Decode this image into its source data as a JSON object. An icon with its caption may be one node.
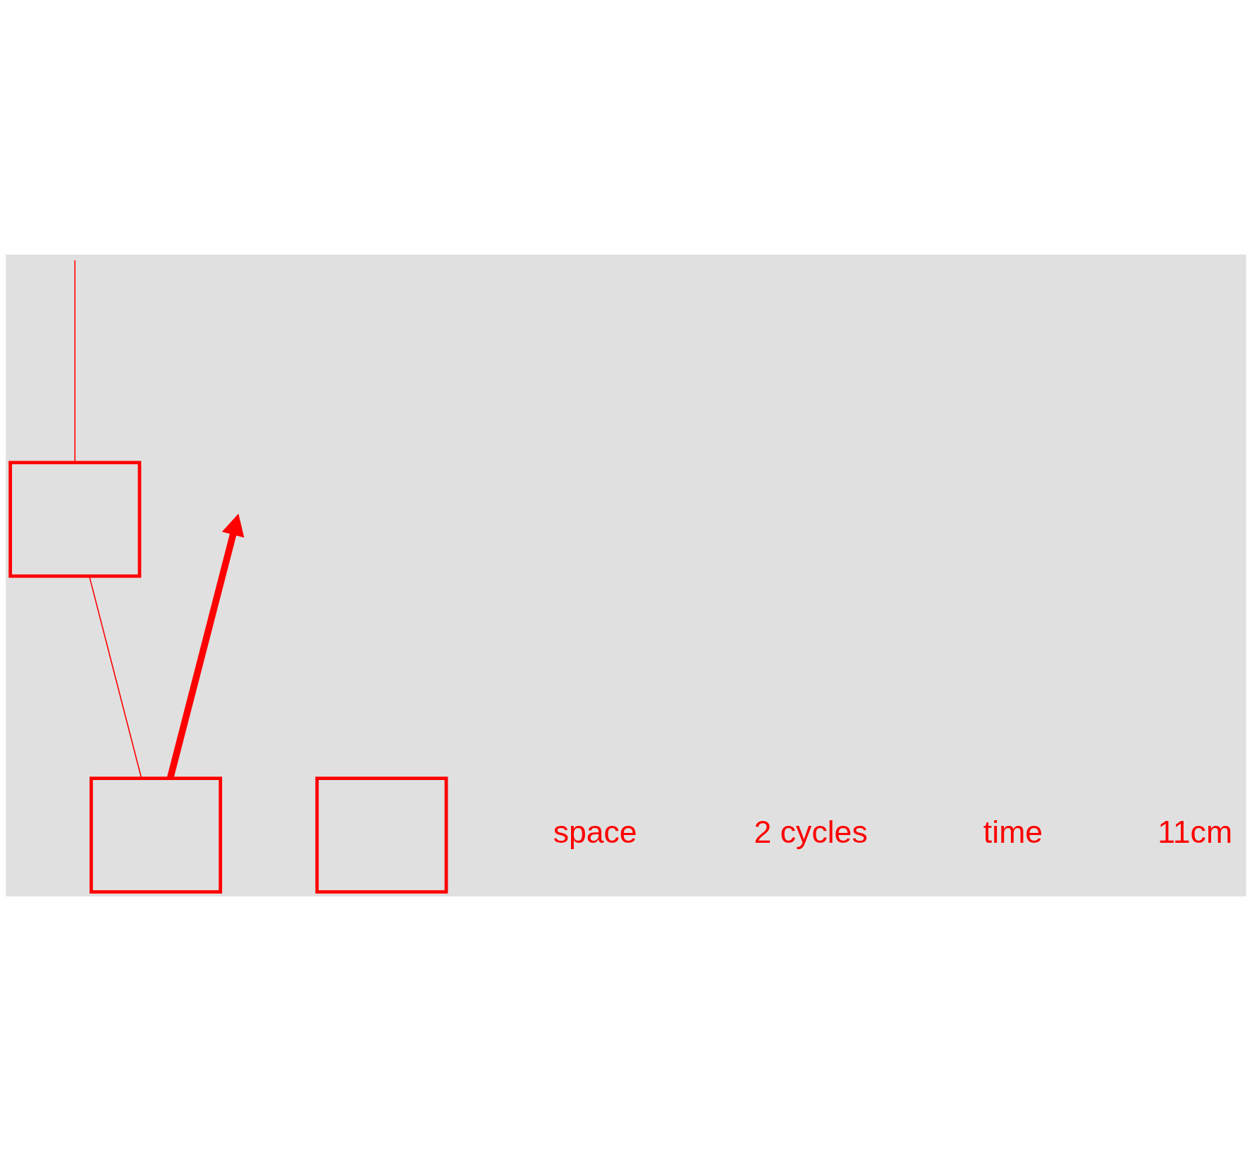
{
  "diagram": {
    "nodes": [
      {
        "text": [],
        "shape": "box"
      },
      {
        "text": [],
        "shape": "box"
      },
      {
        "text": [],
        "shape": "box"
      }
    ],
    "edges": [
      {
        "from": 0,
        "to": null,
        "arrow": "to",
        "style": "thick"
      },
      {
        "from": 1,
        "to": null,
        "arrow": "none"
      },
      {
        "from": 0,
        "to": 1,
        "arrow": "none"
      }
    ],
    "labels": [
      "space",
      "2 cycles",
      "time",
      "11cm"
    ]
  }
}
